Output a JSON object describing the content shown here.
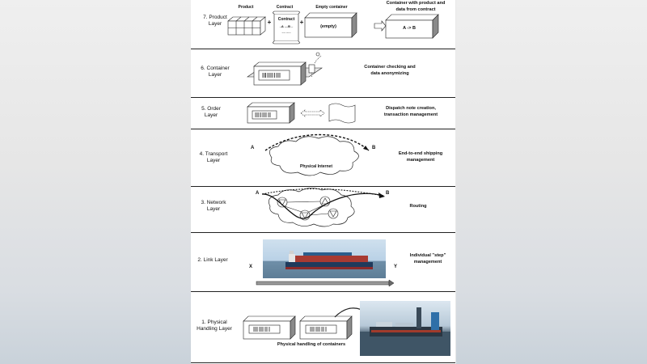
{
  "layers": [
    {
      "id": "product",
      "label": "7. Product\nLayer",
      "desc": "Container with product and\ndata from contract"
    },
    {
      "id": "container",
      "label": "6. Container\nLayer",
      "desc": "Container checking and\ndata anonymizing"
    },
    {
      "id": "order",
      "label": "5. Order\nLayer",
      "desc": "Dispatch note creation,\ntransaction management"
    },
    {
      "id": "transport",
      "label": "4. Transport\nLayer",
      "desc": "End-to-end shipping\nmanagement"
    },
    {
      "id": "network",
      "label": "3. Network\nLayer",
      "desc": "Routing"
    },
    {
      "id": "link",
      "label": "2. Link Layer",
      "desc": "Individual \"step\"\nmanagement"
    },
    {
      "id": "physical",
      "label": "1. Physical\nHandling Layer",
      "desc": "Physical handling of containers"
    }
  ],
  "product_row": {
    "product": "Product",
    "contract": "Contract",
    "contract_doc_title": "Contract",
    "contract_doc_text": "..A ....B ..",
    "contract_doc_text2": "....  .....",
    "empty_container": "Empty container",
    "empty_inner": "(empty)",
    "plus": "+",
    "result_inner": "A -> B"
  },
  "transport_row": {
    "a": "A",
    "b": "B",
    "cloud": "Physical Internet"
  },
  "network_row": {
    "a": "A",
    "b": "B"
  },
  "link_row": {
    "x": "X",
    "y": "Y"
  }
}
